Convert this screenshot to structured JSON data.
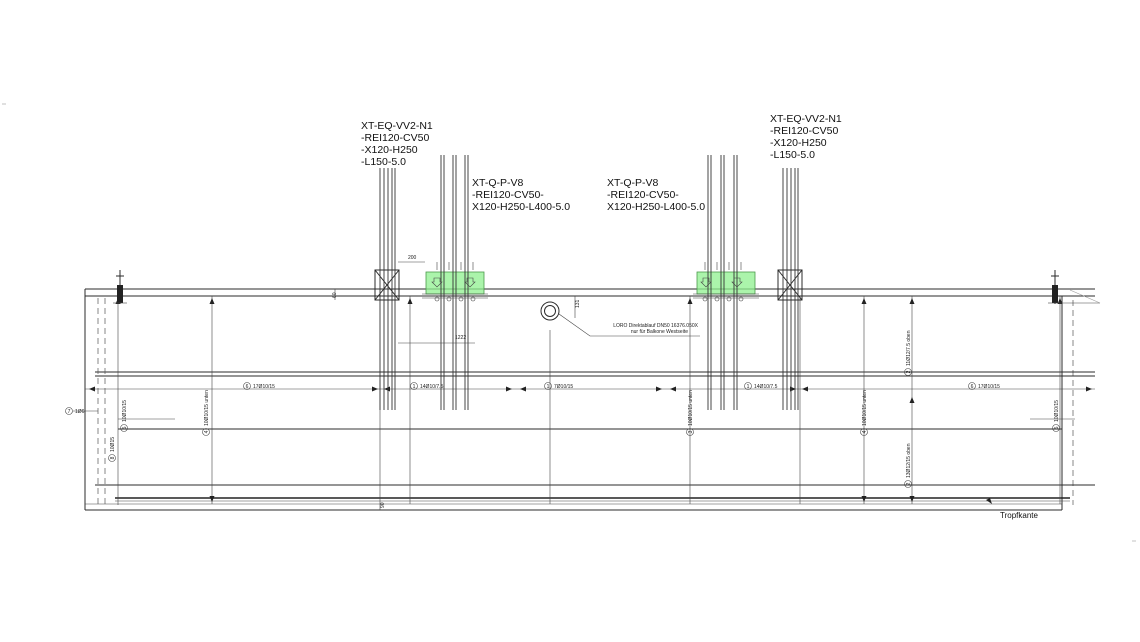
{
  "tags": {
    "left_eq": [
      "XT-EQ-VV2-N1",
      "-REI120-CV50",
      "-X120-H250",
      "-L150-5.0"
    ],
    "left_qp": [
      "XT-Q-P-V8",
      "-REI120-CV50-",
      "X120-H250-L400-5.0"
    ],
    "right_qp": [
      "XT-Q-P-V8",
      "-REI120-CV50-",
      "X120-H250-L400-5.0"
    ],
    "right_eq": [
      "XT-EQ-VV2-N1",
      "-REI120-CV50",
      "-X120-H250",
      "-L150-5.0"
    ]
  },
  "dims": {
    "d200": "200",
    "d60": "60",
    "d1222": "1222",
    "d131": "131",
    "d90": "90"
  },
  "drain_note": [
    "LORO Direktablauf DN50 16376.050X",
    "nur für Balkone Westseite"
  ],
  "rebar_labels": {
    "r1_left": "14Ø10/7.5",
    "r1_right": "14Ø10/7.5",
    "r1_mid": "7Ø10/15",
    "r6_left": "17Ø10/15",
    "r6_right": "17Ø10/15",
    "r7": "1Ø6",
    "r5_left": "10Ø10/15",
    "r5_right": "10Ø10/15",
    "r8": "10Ø15",
    "r4_left": "10Ø10/15 unten",
    "r4_right": "10Ø10/15 unten",
    "r3_left": "10Ø10/15 unten",
    "r2_top": "11Ø12/7.5 oben",
    "r2_bot": "13Ø12/15 oben"
  },
  "bubbles": {
    "b1": "1",
    "b6": "6",
    "b7": "7",
    "b5": "5",
    "b8": "8",
    "b4": "4",
    "b3": "3",
    "b2": "2"
  },
  "tropfkante": "Tropfkante",
  "colors": {
    "line": "#2b2b2b",
    "highlight": "#8ff08f"
  }
}
